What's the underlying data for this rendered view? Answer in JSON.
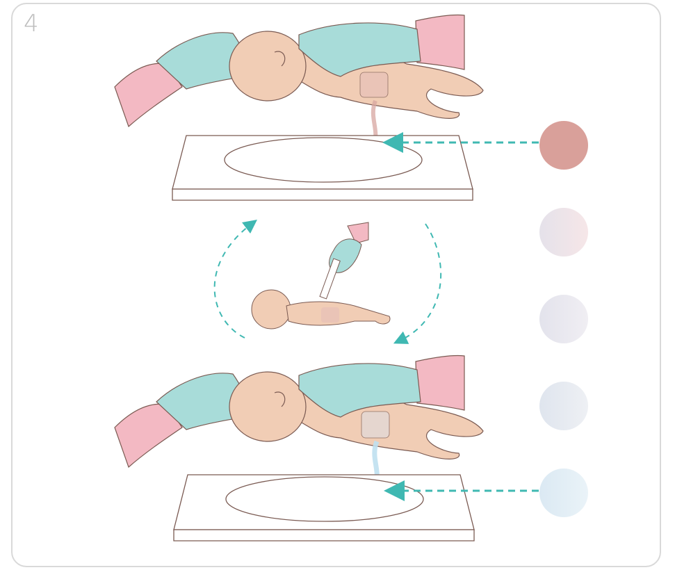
{
  "step": {
    "number": "4"
  },
  "colors": {
    "frame_border": "#d9d9d9",
    "step_number": "#bdbdbd",
    "arrow_teal": "#3fb8b2",
    "glove": "#a8dcd9",
    "sleeve": "#f3b9c3",
    "skin": "#f1cdb5",
    "tray_outline": "#7a5a52",
    "fluid_red": "#d7a5a0",
    "fluid_clear": "#bfe0ef"
  },
  "swatches": [
    {
      "name": "swatch-1",
      "color_from": "#d9a09a",
      "color_to": "#d9a09a"
    },
    {
      "name": "swatch-2",
      "color_from": "#e5e2ea",
      "color_to": "#f6e6e8"
    },
    {
      "name": "swatch-3",
      "color_from": "#e3e3ec",
      "color_to": "#f0eef3"
    },
    {
      "name": "swatch-4",
      "color_from": "#dfe5ee",
      "color_to": "#eef0f4"
    },
    {
      "name": "swatch-5",
      "color_from": "#dbe9f3",
      "color_to": "#eaf3f8"
    }
  ],
  "icons": [
    "manikin-drain-top",
    "tray-top",
    "rotate-arrows",
    "syringe-injection",
    "manikin-lying",
    "manikin-drain-bottom",
    "tray-bottom"
  ]
}
